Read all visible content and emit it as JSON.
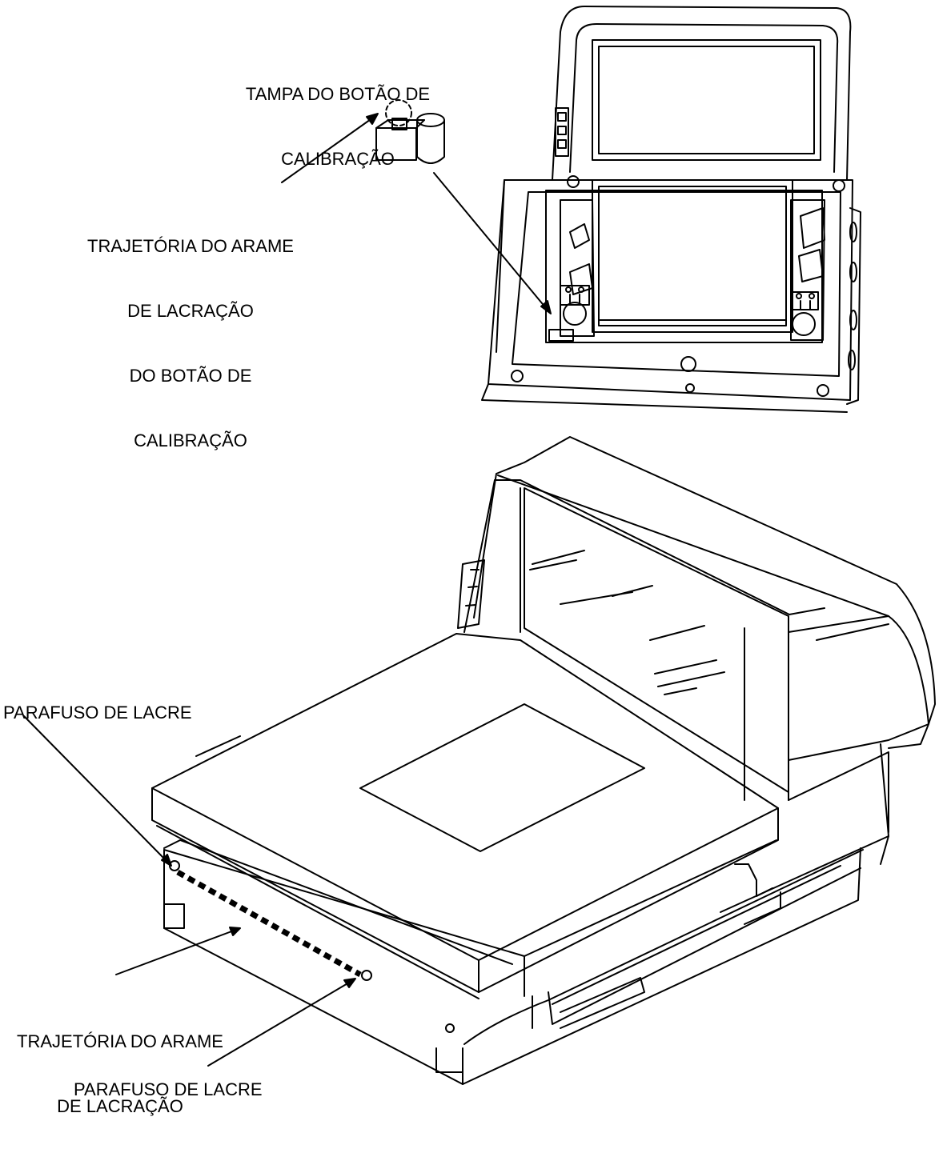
{
  "diagram": {
    "labels": {
      "tampa_lines": [
        "TAMPA DO BOTÃO DE",
        "CALIBRAÇÃO"
      ],
      "trajetoria_top_lines": [
        "TRAJETÓRIA DO ARAME",
        "DE LACRAÇÃO",
        "DO BOTÃO DE",
        "CALIBRAÇÃO"
      ],
      "parafuso_1": "PARAFUSO DE LACRE",
      "trajetoria_bottom_lines": [
        "TRAJETÓRIA DO ARAME",
        "DE LACRAÇÃO"
      ],
      "parafuso_2": "PARAFUSO DE LACRE"
    },
    "colors": {
      "ink": "#000000",
      "paper": "#ffffff"
    }
  }
}
